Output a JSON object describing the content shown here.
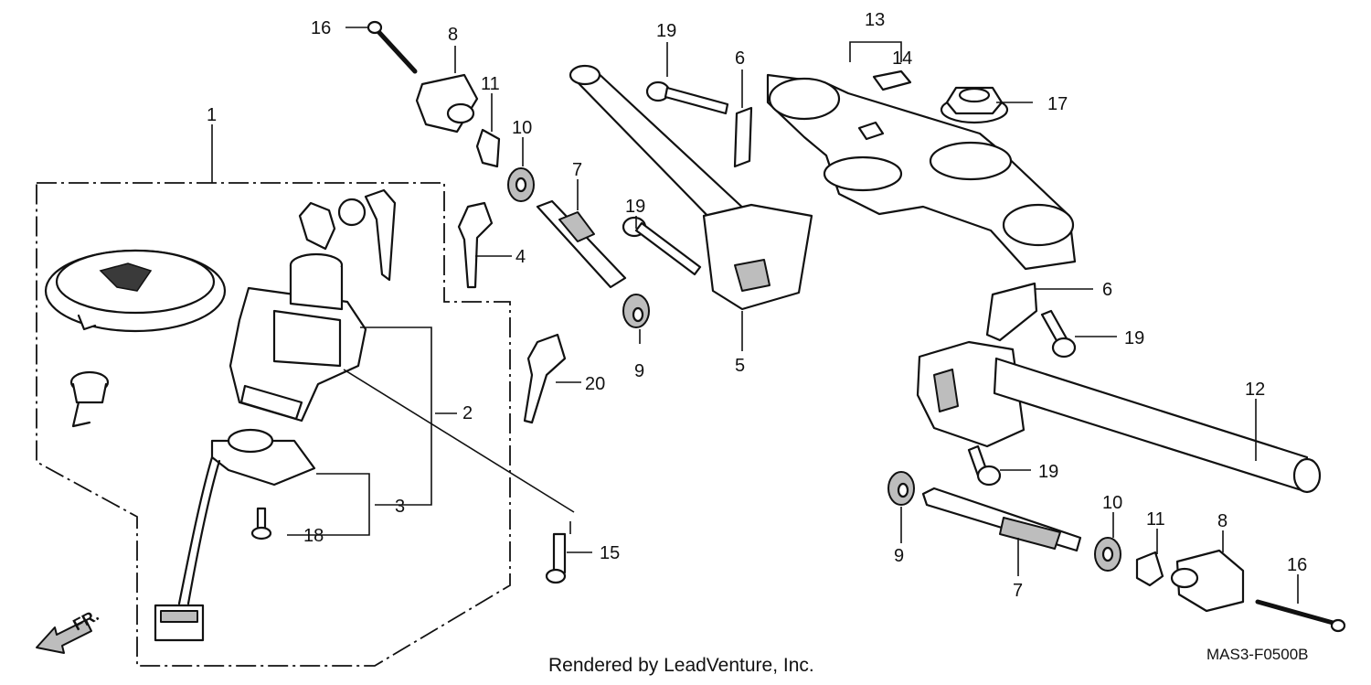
{
  "diagram": {
    "credit": "Rendered by LeadVenture, Inc.",
    "code": "MAS3-F0500B",
    "front_indicator": "FR.",
    "callouts": {
      "c1": "1",
      "c2": "2",
      "c3": "3",
      "c4": "4",
      "c5": "5",
      "c6a": "6",
      "c6b": "6",
      "c7a": "7",
      "c7b": "7",
      "c8a": "8",
      "c8b": "8",
      "c9a": "9",
      "c9b": "9",
      "c10a": "10",
      "c10b": "10",
      "c11a": "11",
      "c11b": "11",
      "c12": "12",
      "c13": "13",
      "c14": "14",
      "c15": "15",
      "c16a": "16",
      "c16b": "16",
      "c17": "17",
      "c18": "18",
      "c19a": "19",
      "c19b": "19",
      "c19c": "19",
      "c19d": "19",
      "c20": "20"
    }
  }
}
